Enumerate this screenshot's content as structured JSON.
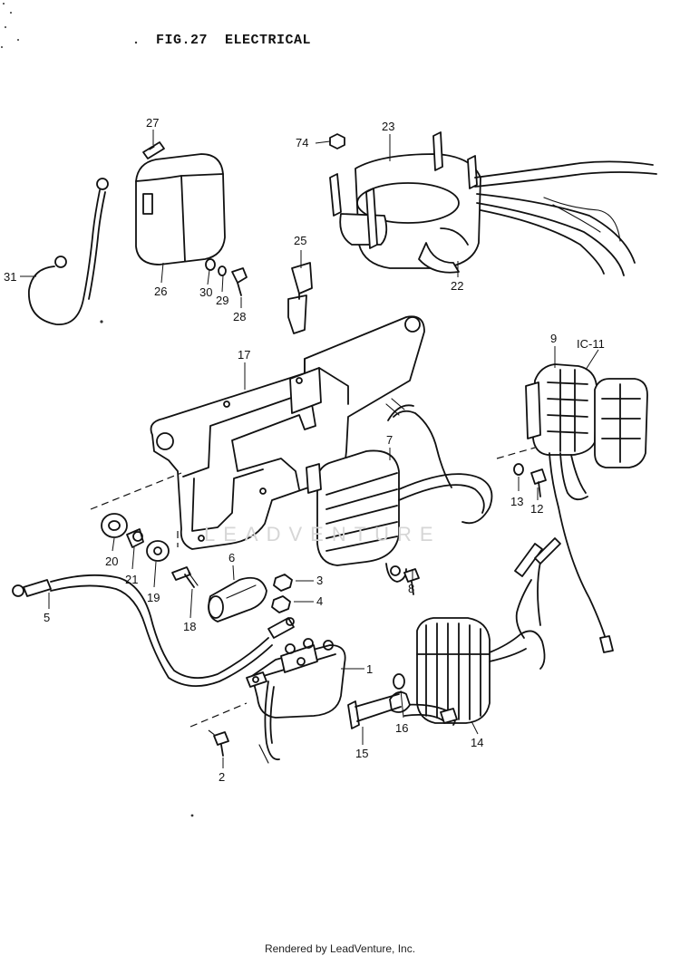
{
  "title": "FIG.27  ELECTRICAL",
  "footer": "Rendered by LeadVenture, Inc.",
  "watermark": "LEADVENTURE",
  "callouts": [
    "27",
    "74",
    "23",
    "31",
    "26",
    "30",
    "29",
    "28",
    "25",
    "22",
    "17",
    "9",
    "IC-11",
    "7",
    "13",
    "12",
    "20",
    "21",
    "19",
    "6",
    "3",
    "4",
    "18",
    "8",
    "5",
    "1",
    "16",
    "14",
    "15",
    "2"
  ]
}
